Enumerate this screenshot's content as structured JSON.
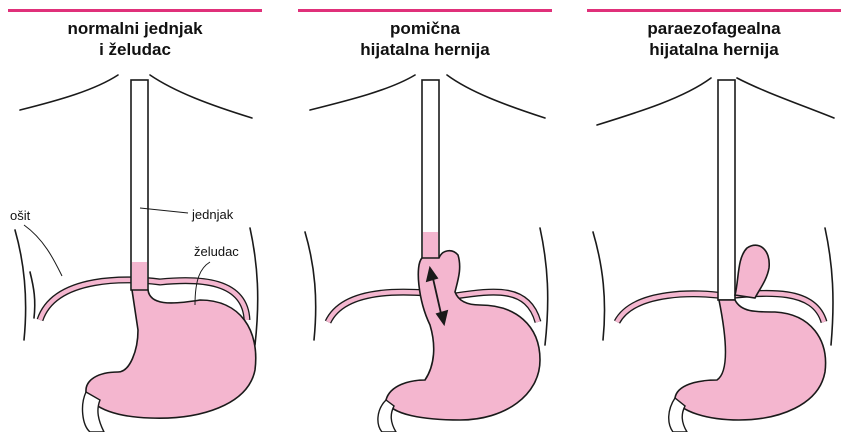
{
  "colors": {
    "accent": "#e0307a",
    "organ_fill": "#f4b6cf",
    "outline": "#1a1a1a"
  },
  "panels": [
    {
      "title_line1": "normalni jednjak",
      "title_line2": "i želudac"
    },
    {
      "title_line1": "pomična",
      "title_line2": "hijatalna hernija"
    },
    {
      "title_line1": "paraezofagealna",
      "title_line2": "hijatalna hernija"
    }
  ],
  "labels": {
    "diaphragm": "ošit",
    "esophagus": "jednjak",
    "stomach": "želudac"
  }
}
